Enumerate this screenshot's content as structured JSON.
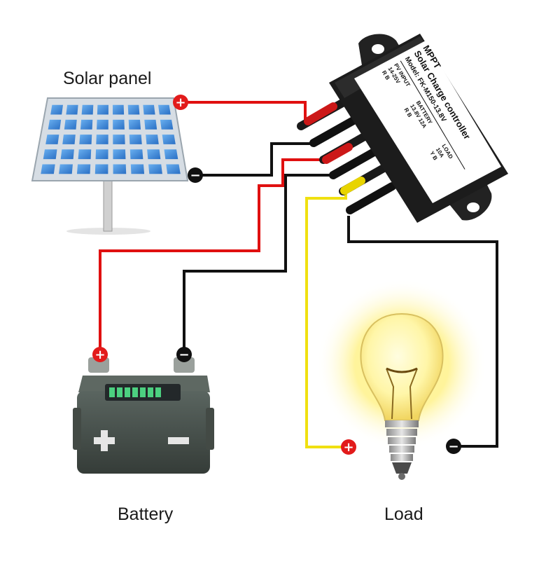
{
  "labels": {
    "solar_panel": "Solar panel",
    "battery": "Battery",
    "load": "Load"
  },
  "controller": {
    "line1": "MPPT",
    "line2": "Solar Charge controller",
    "line3": "Model: FK-M150-13.8V",
    "pv_title": "PV INPUT",
    "pv_rating": "14-25V",
    "pv_terms": "R  B",
    "bat_title": "BATTERY",
    "bat_rating": "13.8V 12A",
    "bat_terms": "R  B",
    "load_title": "LOAD",
    "load_rating": "10A",
    "load_terms": "Y  B"
  },
  "terminal_symbols": {
    "positive": "+",
    "negative": "−"
  },
  "colors": {
    "positive_wire": "#e01010",
    "negative_wire": "#111111",
    "load_positive_wire": "#f0e010",
    "positive_badge": "#e21b1b",
    "negative_badge": "#111111",
    "panel_cell": "#3a86d6",
    "battery_body": "#4a524c",
    "battery_indicator": "#4cd080",
    "bulb_glow": "#fff07a"
  },
  "icons": [
    "solar-panel-icon",
    "charge-controller-icon",
    "battery-icon",
    "light-bulb-icon",
    "plus-terminal-icon",
    "minus-terminal-icon"
  ]
}
